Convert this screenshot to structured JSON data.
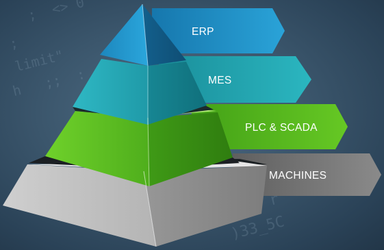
{
  "diagram": {
    "layers": [
      {
        "key": "erp",
        "label": "ERP",
        "color": "#2aa3d8"
      },
      {
        "key": "mes",
        "label": "MES",
        "color": "#2bb6c0"
      },
      {
        "key": "plc",
        "label": "PLC & SCADA",
        "color": "#5cc21f"
      },
      {
        "key": "machines",
        "label": "MACHINES",
        "color": "#8e8e8e"
      }
    ]
  }
}
